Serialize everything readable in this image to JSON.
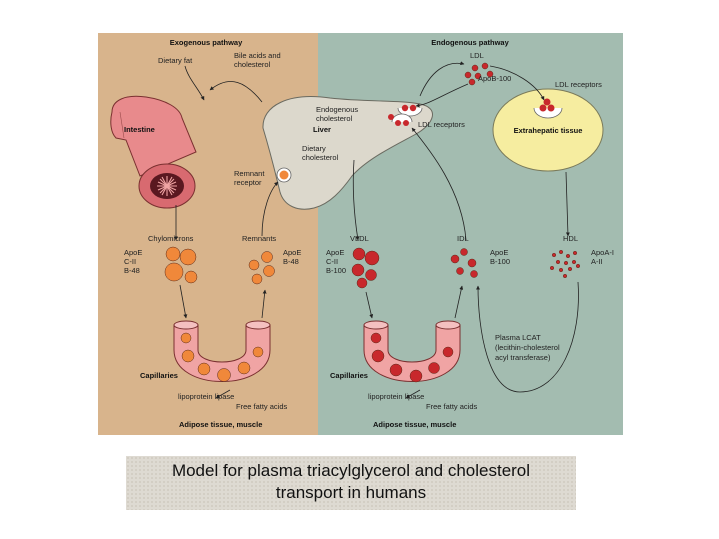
{
  "labels": {
    "exogenous_title": "Exogenous pathway",
    "endogenous_title": "Endogenous pathway",
    "dietary_fat": "Dietary fat",
    "bile_acids_1": "Bile acids and",
    "bile_acids_2": "cholesterol",
    "intestine": "Intestine",
    "liver": "Liver",
    "endogenous_chol_1": "Endogenous",
    "endogenous_chol_2": "cholesterol",
    "dietary_chol_1": "Dietary",
    "dietary_chol_2": "cholesterol",
    "remnant_receptor_1": "Remnant",
    "remnant_receptor_2": "receptor",
    "ldl_receptors_liver": "LDL receptors",
    "ldl": "LDL",
    "apob100_ldl": "ApoB-100",
    "ldl_receptors_tissue": "LDL receptors",
    "extrahepatic": "Extrahepatic tissue",
    "chylomicrons": "Chylomicrons",
    "chylo_apo_1": "ApoE",
    "chylo_apo_2": "C-II",
    "chylo_apo_3": "B-48",
    "remnants": "Remnants",
    "rem_apo_1": "ApoE",
    "rem_apo_2": "B-48",
    "vldl": "VLDL",
    "vldl_apo_1": "ApoE",
    "vldl_apo_2": "C-II",
    "vldl_apo_3": "B-100",
    "idl": "IDL",
    "idl_apo_1": "ApoE",
    "idl_apo_2": "B-100",
    "hdl": "HDL",
    "hdl_apo_1": "ApoA-I",
    "hdl_apo_2": "A-II",
    "capillaries_left": "Capillaries",
    "capillaries_right": "Capillaries",
    "lipase_left": "lipoprotein lipase",
    "ffa_left": "Free fatty acids",
    "lipase_right": "lipoprotein lipase",
    "ffa_right": "Free fatty acids",
    "adipose_left": "Adipose tissue, muscle",
    "adipose_right": "Adipose tissue, muscle",
    "lcat_1": "Plasma LCAT",
    "lcat_2": "(lecithin-cholesterol",
    "lcat_3": "acyl transferase)"
  },
  "caption": {
    "line1": "Model for plasma triacylglycerol and cholesterol",
    "line2": "transport in humans"
  },
  "colors": {
    "exogenous_bg": "#d8b48c",
    "endogenous_bg": "#a3bcb0",
    "chylomicron": "#f0883a",
    "lipoprotein": "#c8282c",
    "intestine": "#e88a8c",
    "capillary": "#f0a4a4",
    "liver": "#dcd8cc",
    "extrahepatic": "#f6eda0"
  }
}
